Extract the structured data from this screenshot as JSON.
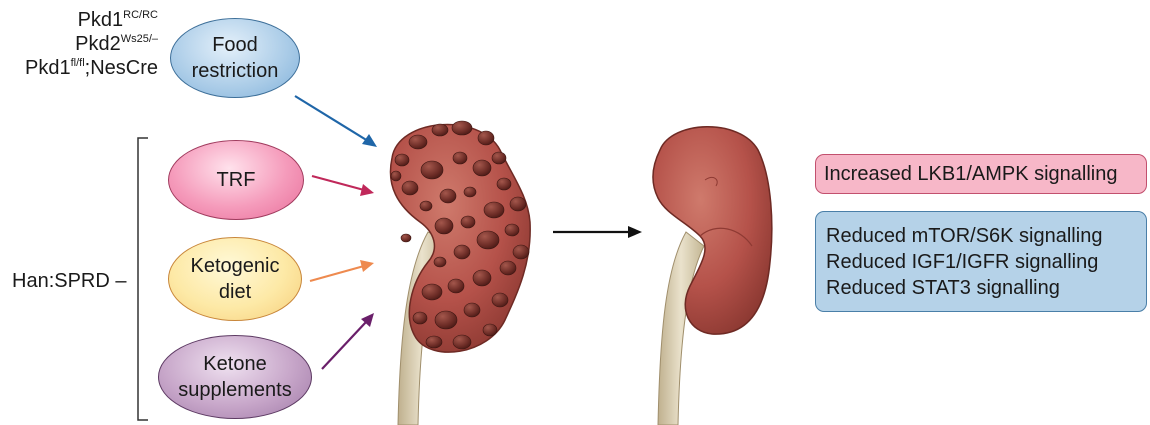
{
  "models": {
    "line1": {
      "base": "Pkd1",
      "sup": "RC/RC"
    },
    "line2": {
      "base": "Pkd2",
      "sup": "Ws25/–"
    },
    "line3": {
      "base": "Pkd1",
      "sup": "fl/fl",
      "suffix": ";NesCre"
    }
  },
  "strain": "Han:SPRD –",
  "interventions": {
    "food": {
      "line1": "Food",
      "line2": "restriction",
      "color": "#7fb0da"
    },
    "trf": {
      "label": "TRF",
      "color": "#e86d99"
    },
    "keto": {
      "line1": "Ketogenic",
      "line2": "diet",
      "color": "#f6cd79"
    },
    "ketone": {
      "line1": "Ketone",
      "line2": "supplements",
      "color": "#9f78a6"
    }
  },
  "outcomes": {
    "increased": "Increased LKB1/AMPK signalling",
    "reduced": [
      "Reduced mTOR/S6K signalling",
      "Reduced IGF1/IGFR signalling",
      "Reduced STAT3 signalling"
    ]
  },
  "arrow_colors": {
    "food": "#1f66a8",
    "trf": "#c0285a",
    "keto": "#ee8a4f",
    "ketone": "#6a1f6a",
    "main": "#111111"
  },
  "kidney_colors": {
    "tissue": "#b5524a",
    "cyst": "#6b2b25",
    "ureter": "#d9cdb0"
  }
}
